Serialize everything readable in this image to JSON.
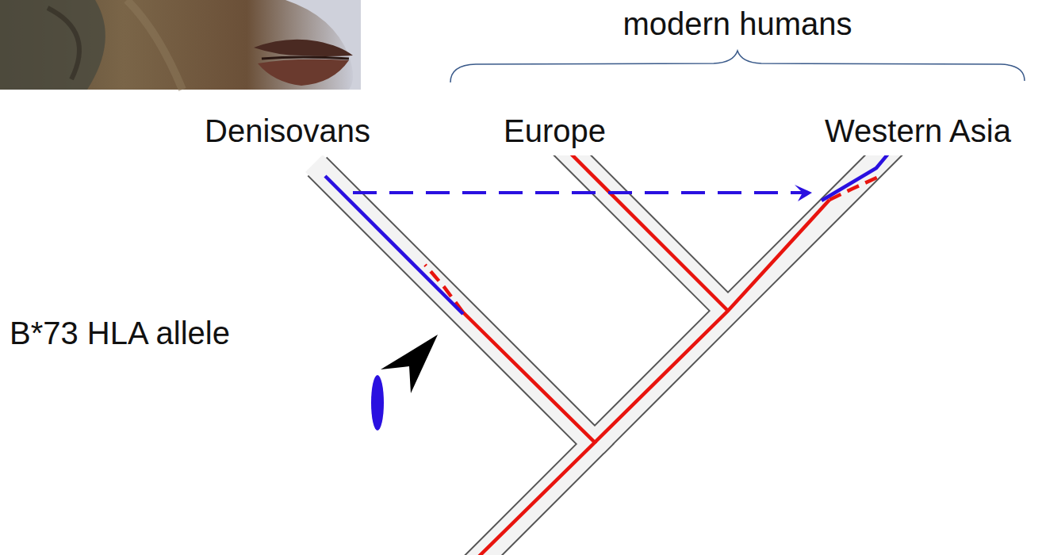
{
  "diagram": {
    "labels": [
      "modern humans",
      "Denisovans",
      "Europe",
      "Western Asia",
      "B*73 HLA allele"
    ]
  }
}
